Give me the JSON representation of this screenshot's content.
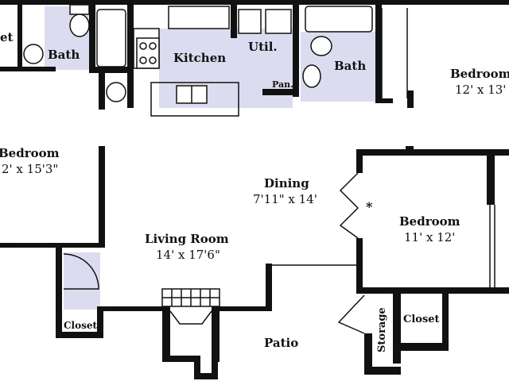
{
  "colors": {
    "wall": "#111111",
    "tile": "#dcdcf0",
    "background": "#ffffff"
  },
  "rooms": {
    "bath_left": {
      "name": "Bath"
    },
    "kitchen": {
      "name": "Kitchen"
    },
    "utility": {
      "name": "Util."
    },
    "pantry": {
      "name": "Pan."
    },
    "bath_right": {
      "name": "Bath"
    },
    "bedroom_top_right": {
      "name": "Bedroom",
      "dims": "12' x 13'"
    },
    "bedroom_left": {
      "name": "Bedroom",
      "dims": "2' x 15'3\""
    },
    "dining": {
      "name": "Dining",
      "dims": "7'11\" x 14'"
    },
    "bedroom_right": {
      "name": "Bedroom",
      "dims": "11' x 12'"
    },
    "living_room": {
      "name": "Living Room",
      "dims": "14' x 17'6\""
    },
    "closet_left": {
      "name": "Closet"
    },
    "storage": {
      "name": "Storage"
    },
    "closet_right": {
      "name": "Closet"
    },
    "patio": {
      "name": "Patio"
    },
    "partial_label_top_left": {
      "name": "et"
    }
  },
  "marker": "*"
}
